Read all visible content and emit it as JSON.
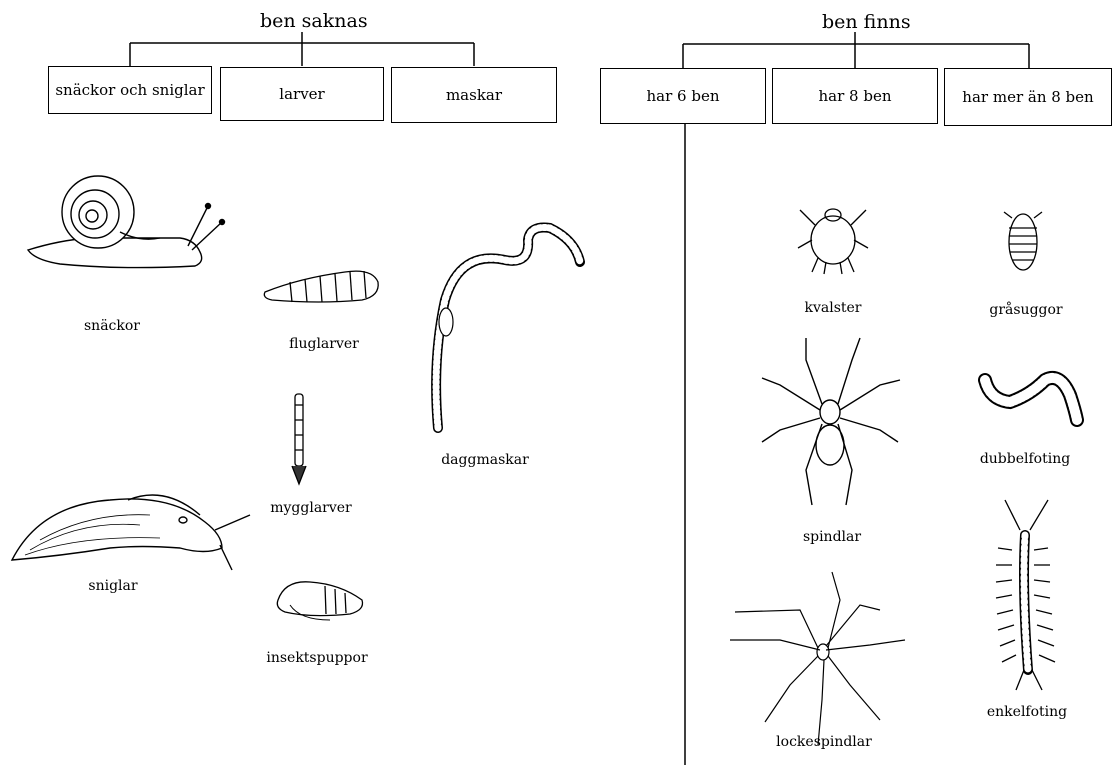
{
  "left_group": {
    "heading": "ben saknas",
    "boxes": [
      "snäckor och sniglar",
      "larver",
      "maskar"
    ]
  },
  "right_group": {
    "heading": "ben finns",
    "boxes": [
      "har 6 ben",
      "har 8 ben",
      "har mer än 8 ben"
    ]
  },
  "animals": {
    "snackor": "snäckor",
    "sniglar": "sniglar",
    "fluglarver": "fluglarver",
    "mygglarver": "mygglarver",
    "insektspuppor": "insektspuppor",
    "daggmaskar": "daggmaskar",
    "kvalster": "kvalster",
    "spindlar": "spindlar",
    "lockespindlar": "lockespindlar",
    "grasuggor": "gråsuggor",
    "dubbelfoting": "dubbelfoting",
    "enkelfoting": "enkelfoting"
  }
}
